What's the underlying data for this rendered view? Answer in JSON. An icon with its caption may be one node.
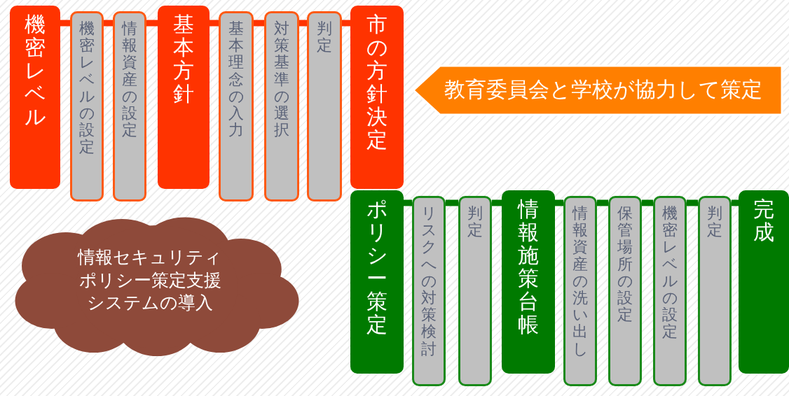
{
  "diagram": {
    "nodes": [
      {
        "text": [
          "機密レベル"
        ]
      },
      {
        "text": [
          "機密レベルの設定"
        ]
      },
      {
        "text": [
          "情報資産の設定"
        ]
      },
      {
        "text": [
          "基本方針"
        ]
      },
      {
        "text": [
          "基本理念の入力"
        ]
      },
      {
        "text": [
          "対策基準の選択"
        ]
      },
      {
        "text": [
          "判定"
        ]
      },
      {
        "text": [
          "市の方針決定"
        ]
      },
      {
        "text": [
          "教育委員会と学校が協力して策定"
        ]
      },
      {
        "text": [
          "ポリシー策定"
        ]
      },
      {
        "text": [
          "リスクへの対策検討"
        ]
      },
      {
        "text": [
          "判定"
        ]
      },
      {
        "text": [
          "情報施策台帳"
        ]
      },
      {
        "text": [
          "情報資産の洗い出し"
        ]
      },
      {
        "text": [
          "保管場所の設定"
        ]
      },
      {
        "text": [
          "機密レベルの設定"
        ]
      },
      {
        "text": [
          "判定"
        ]
      },
      {
        "text": [
          "完成"
        ]
      },
      {
        "text": [
          "情報セキュリティポリシー策定支援システムの導入"
        ]
      }
    ],
    "edges": [
      {
        "from": 0,
        "to": 1,
        "arrow": "none",
        "color": "#ff3300"
      },
      {
        "from": 1,
        "to": 2,
        "arrow": "none",
        "color": "#ff3300"
      },
      {
        "from": 2,
        "to": 3,
        "arrow": "none",
        "color": "#ff3300"
      },
      {
        "from": 3,
        "to": 4,
        "arrow": "none",
        "color": "#ff3300"
      },
      {
        "from": 4,
        "to": 5,
        "arrow": "none",
        "color": "#ff3300"
      },
      {
        "from": 5,
        "to": 6,
        "arrow": "none",
        "color": "#ff3300"
      },
      {
        "from": 6,
        "to": 7,
        "arrow": "none",
        "color": "#ff3300"
      },
      {
        "from": 9,
        "to": 10,
        "arrow": "none"
      },
      {
        "from": 10,
        "to": 11,
        "arrow": "none"
      },
      {
        "from": 11,
        "to": 12,
        "arrow": "none"
      },
      {
        "from": 12,
        "to": 13,
        "arrow": "none"
      },
      {
        "from": 13,
        "to": 14,
        "arrow": "none"
      },
      {
        "from": 14,
        "to": 15,
        "arrow": "none"
      },
      {
        "from": 15,
        "to": 16,
        "arrow": "none"
      },
      {
        "from": 16,
        "to": 17,
        "arrow": "none"
      }
    ]
  }
}
